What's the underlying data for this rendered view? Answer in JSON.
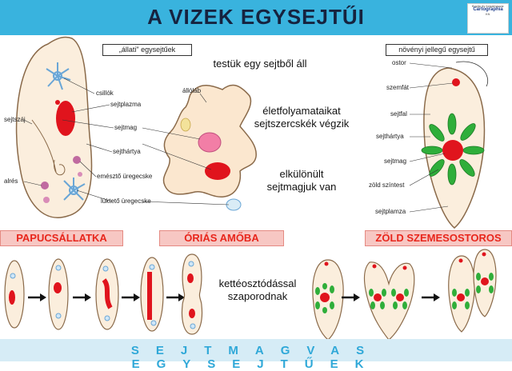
{
  "header": {
    "title": "A VIZEK EGYSEJTŰI"
  },
  "publisher": {
    "line1": "Kiadja és forgalmazza:",
    "name": "Cartographia",
    "line2": "Kft."
  },
  "labels": {
    "animal_box": "„állati\" egysejtűek",
    "plant_box": "növényi jellegű egysejtű",
    "facts": {
      "f1": "testük egy sejtből áll",
      "f2a": "életfolyamataikat",
      "f2b": "sejtszercskék végzik",
      "f3a": "elkülönült",
      "f3b": "sejtmagjuk van"
    },
    "reproduction": {
      "line1": "kettéosztódással",
      "line2": "szaporodnak"
    },
    "paramecium": {
      "csillok": "csillók",
      "sejtplazma": "sejtplazma",
      "sejtmag": "sejtmag",
      "sejtszaj": "sejtszáj",
      "sejthartya": "sejthártya",
      "emeszto": "emésztő üregecske",
      "alres": "alrés",
      "luktetö": "lüktető üregecske"
    },
    "amoeba": {
      "allolab": "állóláb"
    },
    "euglena": {
      "ostor": "ostor",
      "szemfat": "szemfát",
      "sejtfal": "sejtfal",
      "sejthartya": "sejthártya",
      "sejtmag": "sejtmag",
      "zold": "zöld színtest",
      "sejtplazma": "sejtplamza"
    },
    "banners": {
      "papucs": "PAPUCSÁLLATKA",
      "amoba": "ÓRIÁS AMŐBA",
      "zold": "ZÖLD SZEMESOSTOROS"
    }
  },
  "footer": {
    "text": "SEJTMAGVAS EGYSEJTŰEK"
  },
  "colors": {
    "header": "#39b3de",
    "title": "#16233f",
    "banner_bg": "#f7c7c3",
    "banner_text": "#e8261c",
    "nucleus": "#e0141d",
    "chloroplast": "#2fae3a",
    "footer_text": "#2fa8d8"
  }
}
